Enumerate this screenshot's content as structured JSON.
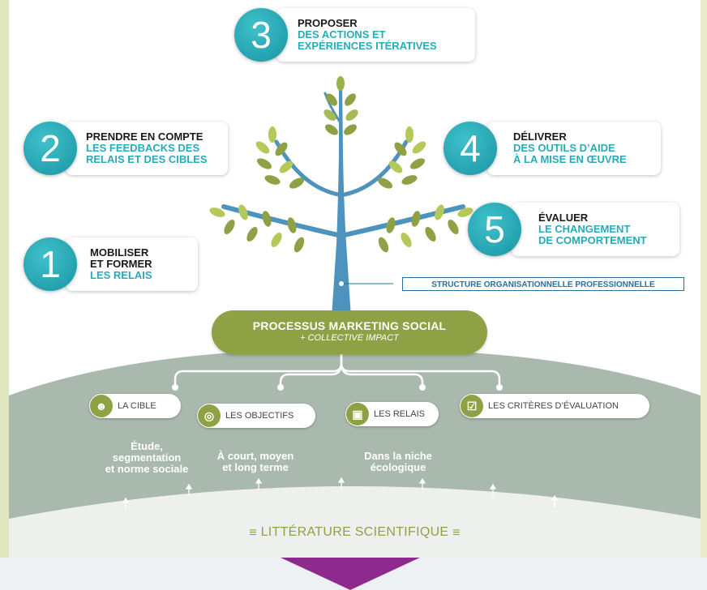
{
  "steps": [
    {
      "num": "1",
      "line1": "MOBILISER",
      "line2": "ET FORMER",
      "line3": "LES RELAIS"
    },
    {
      "num": "2",
      "line1": "PRENDRE EN COMPTE",
      "line2": "LES FEEDBACKS DES",
      "line3": "RELAIS ET DES CIBLES"
    },
    {
      "num": "3",
      "line1": "PROPOSER",
      "line2": "DES ACTIONS ET",
      "line3": "EXPÉRIENCES ITÉRATIVES"
    },
    {
      "num": "4",
      "line1": "DÉLIVRER",
      "line2": "DES OUTILS D’AIDE",
      "line3": "À LA MISE EN ŒUVRE"
    },
    {
      "num": "5",
      "line1": "ÉVALUER",
      "line2": "LE CHANGEMENT",
      "line3": "DE COMPORTEMENT"
    }
  ],
  "structure_label": "STRUCTURE ORGANISATIONNELLE PROFESSIONNELLE",
  "process": {
    "title": "PROCESSUS MARKETING SOCIAL",
    "subtitle": "+ COLLECTIVE IMPACT"
  },
  "pillars": [
    {
      "label": "LA CIBLE",
      "icon": "people-icon",
      "desc": [
        "Étude,",
        "segmentation",
        "et norme sociale"
      ]
    },
    {
      "label": "LES OBJECTIFS",
      "icon": "target-icon",
      "desc": [
        "À court, moyen",
        "et long terme"
      ]
    },
    {
      "label": "LES RELAIS",
      "icon": "presentation-icon",
      "desc": [
        "Dans la niche",
        "écologique"
      ]
    },
    {
      "label": "LES CRITÈRES D’ÉVALUATION",
      "icon": "clipboard-check-icon",
      "desc": []
    }
  ],
  "footer": "LITTÉRATURE SCIENTIFIQUE",
  "colors": {
    "teal": "#2aaab8",
    "olive": "#8fa145",
    "hill": "#a7b8ae",
    "leaf": "#8fa145",
    "trunk": "#4a90b8",
    "arrow": "#8e2a8e"
  }
}
